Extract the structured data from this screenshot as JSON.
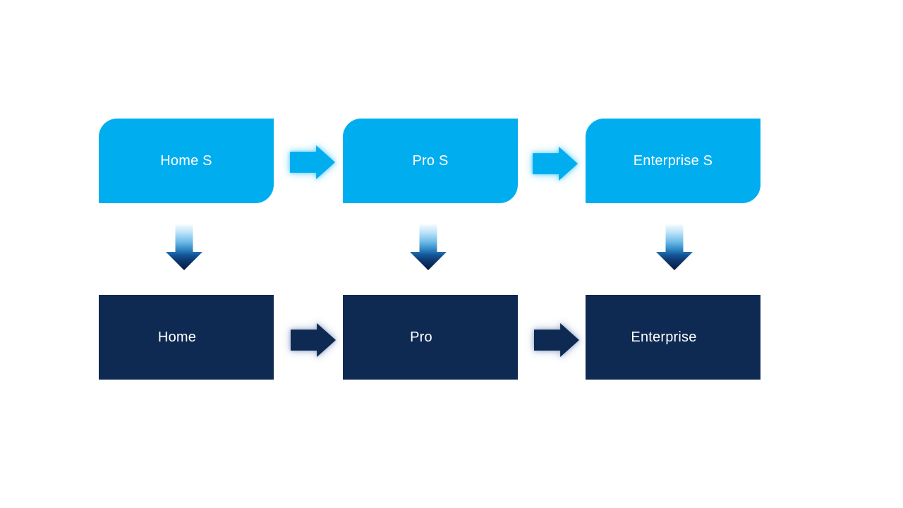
{
  "diagram": {
    "background_color": "#FFFFFF",
    "colors": {
      "top_node_fill": "#00AEEF",
      "bottom_node_fill": "#0E2A52",
      "node_text": "#FFFFFF",
      "cyan_arrow_glow": "#8CDCFA",
      "navy_arrow_glow": "#AAB9D4"
    },
    "top_row": [
      {
        "label": "Home S"
      },
      {
        "label": "Pro S"
      },
      {
        "label": "Enterprise S"
      }
    ],
    "bottom_row": [
      {
        "label": "Home"
      },
      {
        "label": "Pro"
      },
      {
        "label": "Enterprise"
      }
    ]
  }
}
